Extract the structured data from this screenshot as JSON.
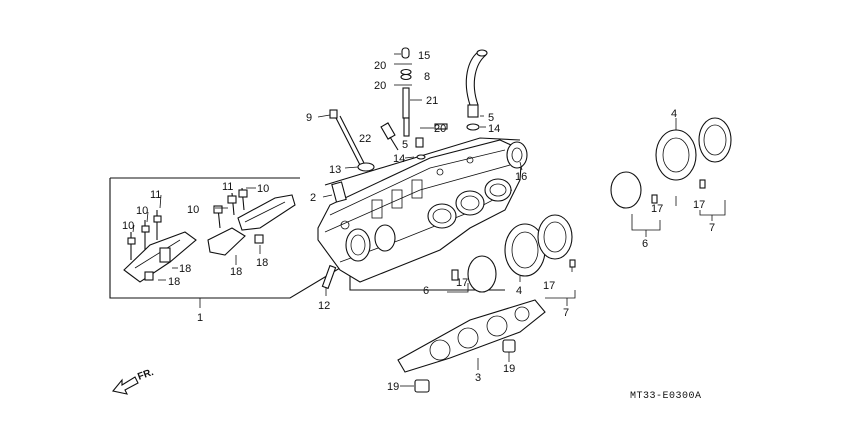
{
  "diagram": {
    "code": "MT33-E0300A",
    "direction_label": "FR.",
    "callouts": [
      {
        "id": "c1",
        "text": "1"
      },
      {
        "id": "c2",
        "text": "2"
      },
      {
        "id": "c3",
        "text": "3"
      },
      {
        "id": "c4a",
        "text": "4"
      },
      {
        "id": "c4b",
        "text": "4"
      },
      {
        "id": "c5a",
        "text": "5"
      },
      {
        "id": "c5b",
        "text": "5"
      },
      {
        "id": "c6a",
        "text": "6"
      },
      {
        "id": "c6b",
        "text": "6"
      },
      {
        "id": "c7a",
        "text": "7"
      },
      {
        "id": "c7b",
        "text": "7"
      },
      {
        "id": "c8",
        "text": "8"
      },
      {
        "id": "c9",
        "text": "9"
      },
      {
        "id": "c10a",
        "text": "10"
      },
      {
        "id": "c10b",
        "text": "10"
      },
      {
        "id": "c10c",
        "text": "10"
      },
      {
        "id": "c10d",
        "text": "10"
      },
      {
        "id": "c11a",
        "text": "11"
      },
      {
        "id": "c11b",
        "text": "11"
      },
      {
        "id": "c12",
        "text": "12"
      },
      {
        "id": "c13",
        "text": "13"
      },
      {
        "id": "c14a",
        "text": "14"
      },
      {
        "id": "c14b",
        "text": "14"
      },
      {
        "id": "c15",
        "text": "15"
      },
      {
        "id": "c16",
        "text": "16"
      },
      {
        "id": "c17a",
        "text": "17"
      },
      {
        "id": "c17b",
        "text": "17"
      },
      {
        "id": "c17c",
        "text": "17"
      },
      {
        "id": "c17d",
        "text": "17"
      },
      {
        "id": "c18a",
        "text": "18"
      },
      {
        "id": "c18b",
        "text": "18"
      },
      {
        "id": "c18c",
        "text": "18"
      },
      {
        "id": "c18d",
        "text": "18"
      },
      {
        "id": "c19a",
        "text": "19"
      },
      {
        "id": "c19b",
        "text": "19"
      },
      {
        "id": "c20a",
        "text": "20"
      },
      {
        "id": "c20b",
        "text": "20"
      },
      {
        "id": "c20c",
        "text": "20"
      },
      {
        "id": "c21",
        "text": "21"
      },
      {
        "id": "c22",
        "text": "22"
      }
    ]
  }
}
